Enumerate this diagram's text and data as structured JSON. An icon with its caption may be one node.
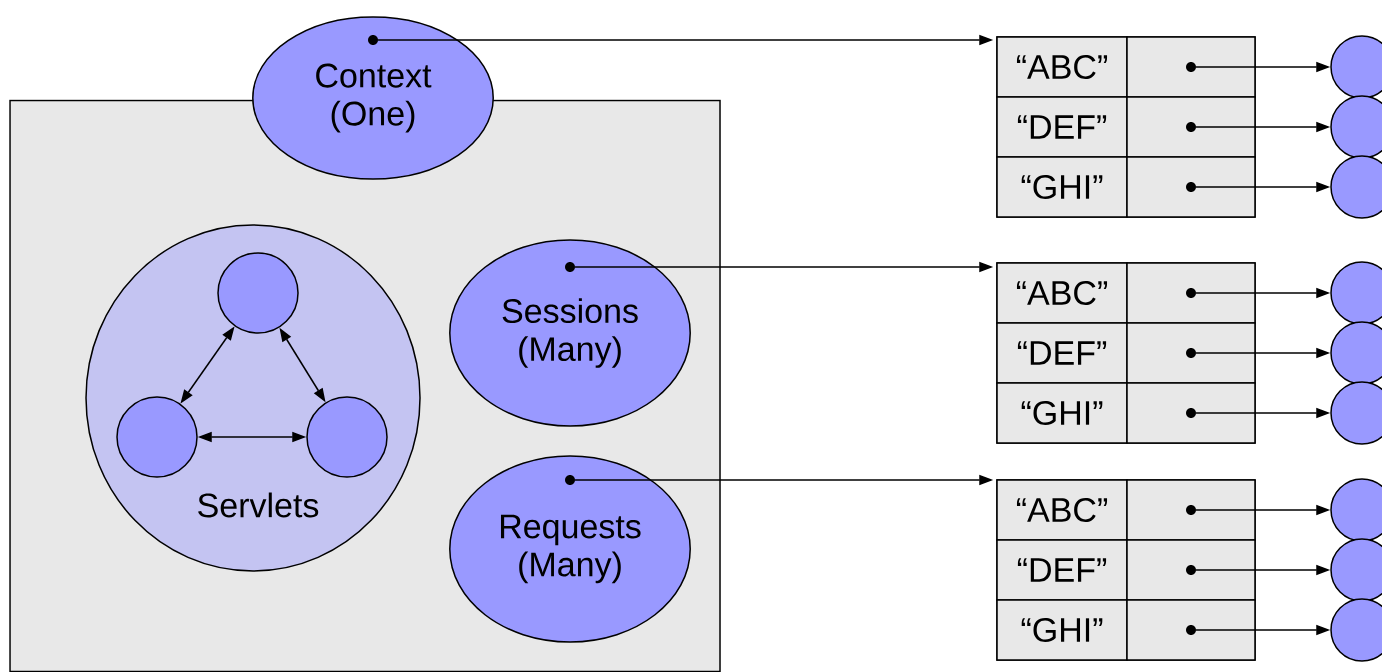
{
  "diagram": {
    "nodes": [
      {
        "text": [
          "Context (One)"
        ]
      },
      {
        "text": [],
        "shape": "box"
      },
      {
        "text": [
          "Servlets"
        ],
        "in": 1
      },
      {
        "text": [],
        "shape": "circle",
        "in": 2
      },
      {
        "text": [],
        "shape": "circle",
        "in": 2
      },
      {
        "text": [],
        "shape": "circle",
        "in": 2
      },
      {
        "text": [
          "Sessions (Many)"
        ],
        "in": 1
      },
      {
        "text": [
          "Requests (Many)"
        ],
        "in": 1
      },
      {
        "text": [],
        "shape": "box"
      },
      {
        "text": [
          "“ABC”"
        ],
        "in": 8
      },
      {
        "text": [],
        "shape": "box",
        "in": 8
      },
      {
        "text": [],
        "shape": "circle"
      },
      {
        "text": [
          "“DEF”"
        ],
        "in": 8
      },
      {
        "text": [],
        "shape": "box",
        "in": 8
      },
      {
        "text": [],
        "shape": "circle"
      },
      {
        "text": [
          "“GHI”"
        ],
        "in": 8
      },
      {
        "text": [],
        "shape": "box",
        "in": 8
      },
      {
        "text": [],
        "shape": "circle"
      },
      {
        "text": [],
        "shape": "box"
      },
      {
        "text": [
          "“ABC”"
        ],
        "in": 18
      },
      {
        "text": [],
        "shape": "box",
        "in": 18
      },
      {
        "text": [],
        "shape": "circle"
      },
      {
        "text": [
          "“DEF”"
        ],
        "in": 18
      },
      {
        "text": [],
        "shape": "box",
        "in": 18
      },
      {
        "text": [],
        "shape": "circle"
      },
      {
        "text": [
          "“GHI”"
        ],
        "in": 18
      },
      {
        "text": [],
        "shape": "box",
        "in": 18
      },
      {
        "text": [],
        "shape": "circle"
      },
      {
        "text": [],
        "shape": "box"
      },
      {
        "text": [
          "“ABC”"
        ],
        "in": 28
      },
      {
        "text": [],
        "shape": "box",
        "in": 28
      },
      {
        "text": [],
        "shape": "circle"
      },
      {
        "text": [
          "“DEF”"
        ],
        "in": 28
      },
      {
        "text": [],
        "shape": "box",
        "in": 28
      },
      {
        "text": [],
        "shape": "circle"
      },
      {
        "text": [
          "“GHI”"
        ],
        "in": 28
      },
      {
        "text": [],
        "shape": "box",
        "in": 28
      },
      {
        "text": [],
        "shape": "circle"
      }
    ],
    "edges": [
      {
        "from": 0,
        "to": 8,
        "arrow": "to"
      },
      {
        "from": 10,
        "to": 11,
        "arrow": "to"
      },
      {
        "from": 13,
        "to": 14,
        "arrow": "to"
      },
      {
        "from": 16,
        "to": 17,
        "arrow": "to"
      },
      {
        "from": 3,
        "to": 4,
        "arrow": "both"
      },
      {
        "from": 3,
        "to": 5,
        "arrow": "both"
      },
      {
        "from": 4,
        "to": 5,
        "arrow": "both"
      },
      {
        "from": 6,
        "to": 18,
        "arrow": "to"
      },
      {
        "from": 20,
        "to": 21,
        "arrow": "to"
      },
      {
        "from": 23,
        "to": 24,
        "arrow": "to"
      },
      {
        "from": 26,
        "to": 27,
        "arrow": "to"
      },
      {
        "from": 7,
        "to": 28,
        "arrow": "to"
      },
      {
        "from": 30,
        "to": 31,
        "arrow": "to"
      },
      {
        "from": 33,
        "to": 34,
        "arrow": "to"
      },
      {
        "from": 36,
        "to": 37,
        "arrow": "to"
      }
    ]
  }
}
